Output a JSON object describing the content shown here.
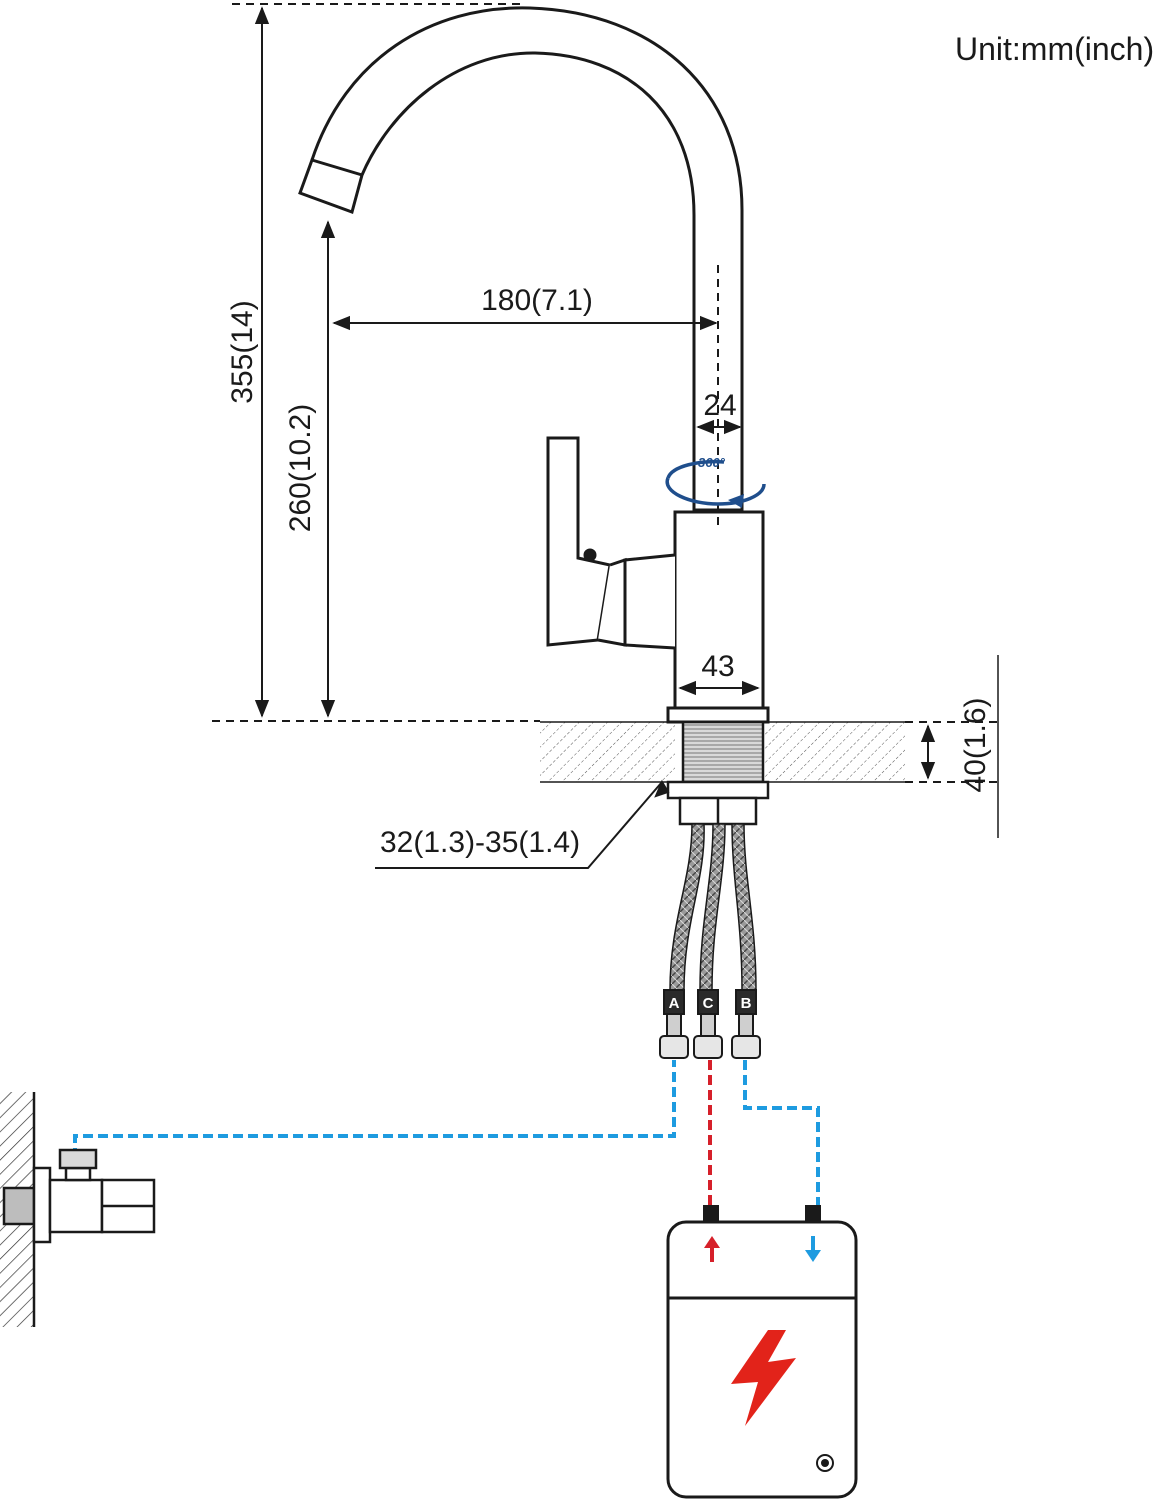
{
  "unit_label": "Unit:mm(inch)",
  "dimensions": {
    "total_height": "355(14)",
    "spout_height": "260(10.2)",
    "spout_reach": "180(7.1)",
    "pipe_diameter": "24",
    "body_diameter": "43",
    "countertop_thickness": "40(1.6)",
    "hole_diameter": "32(1.3)-35(1.4)"
  },
  "rotation_label": "360°",
  "hose_labels": [
    "A",
    "C",
    "B"
  ],
  "colors": {
    "line": "#1a1a1a",
    "cold_water": "#1e9be0",
    "hot_water": "#d6202a",
    "rotation_arrow": "#1f4e8c",
    "electric_symbol": "#e2231a"
  },
  "icons": [
    "rotation-arrow-icon",
    "lightning-icon",
    "hot-outlet-arrow-icon",
    "cold-inlet-arrow-icon"
  ]
}
